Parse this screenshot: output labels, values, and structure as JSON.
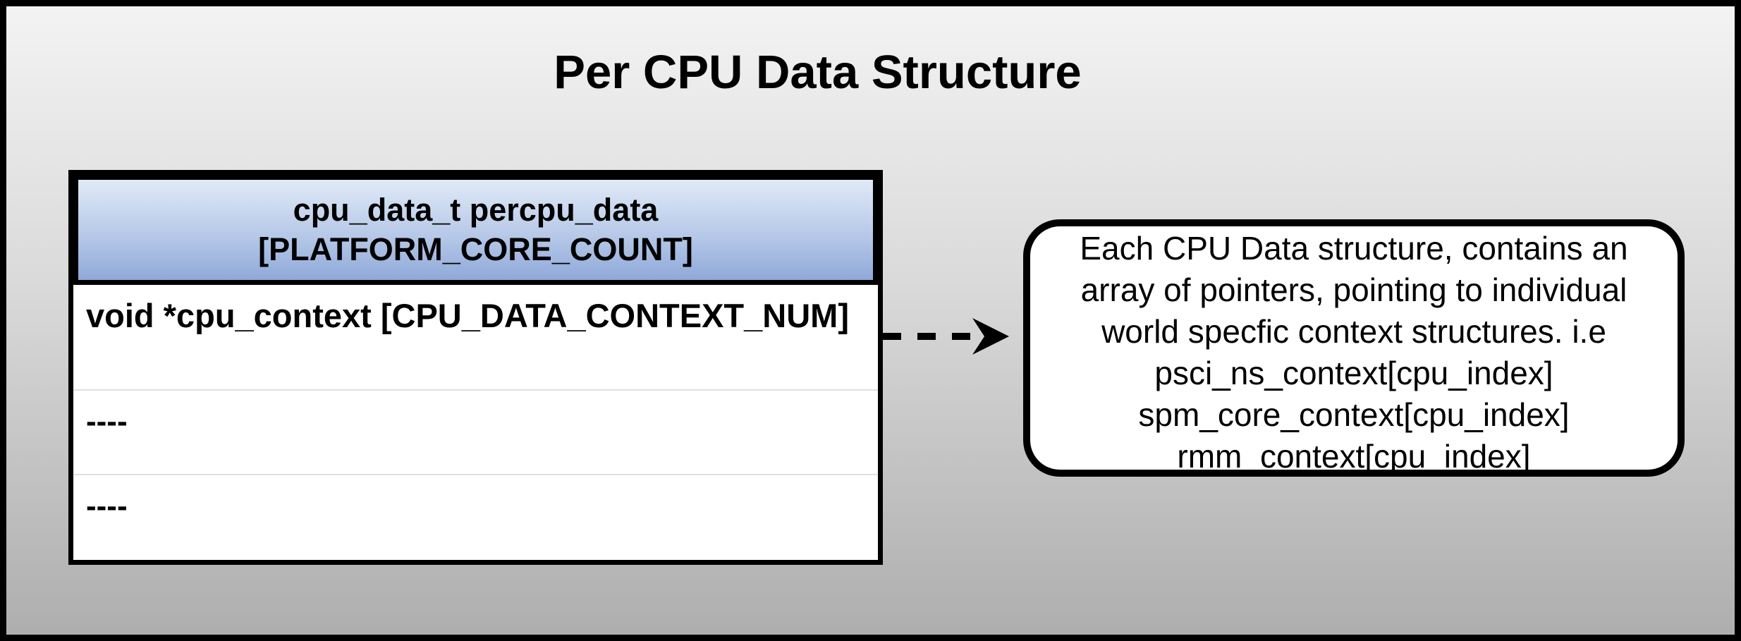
{
  "title": "Per CPU Data Structure",
  "table": {
    "header": {
      "line1": "cpu_data_t percpu_data",
      "line2": "[PLATFORM_CORE_COUNT]"
    },
    "rows": [
      "void *cpu_context [CPU_DATA_CONTEXT_NUM]",
      "----",
      "----"
    ]
  },
  "callout": {
    "lines": [
      "Each CPU Data structure, contains an",
      "array of pointers, pointing to individual",
      "world specfic context structures. i.e",
      "psci_ns_context[cpu_index]",
      "spm_core_context[cpu_index]",
      "rmm_context[cpu_index]"
    ]
  },
  "colors": {
    "frame_border": "#000000",
    "background_top": "#f3f3f3",
    "background_bottom": "#aeaeae",
    "header_gradient_top": "#e0eaf7",
    "header_gradient_bottom": "#8fa9d9",
    "table_background": "#ffffff",
    "row_divider": "#e0e0e0",
    "callout_background": "#ffffff",
    "text": "#000000"
  }
}
